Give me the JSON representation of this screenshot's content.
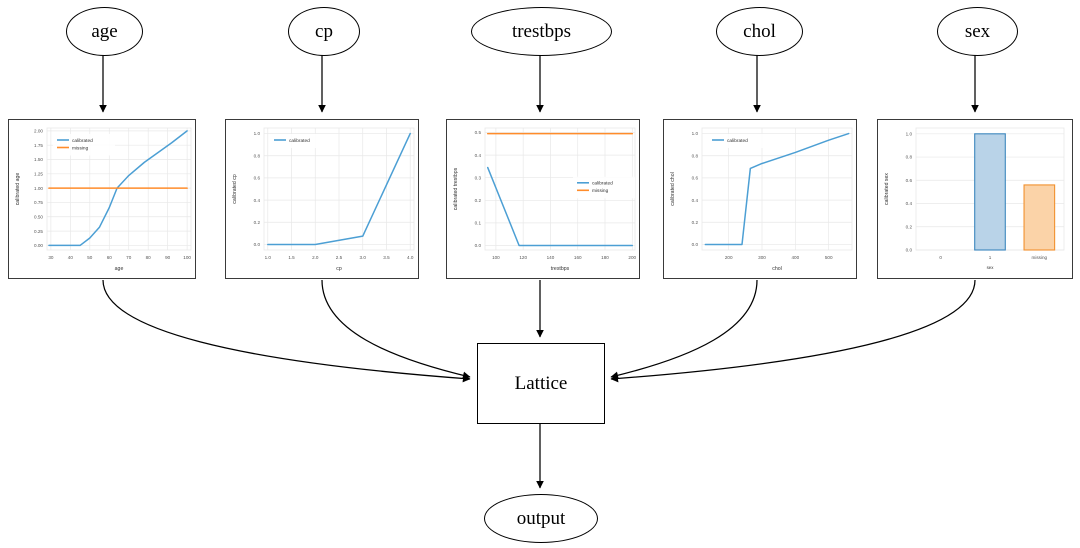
{
  "graph": {
    "input_nodes": [
      {
        "id": "age",
        "label": "age"
      },
      {
        "id": "cp",
        "label": "cp"
      },
      {
        "id": "trestbps",
        "label": "trestbps"
      },
      {
        "id": "chol",
        "label": "chol"
      },
      {
        "id": "sex",
        "label": "sex"
      }
    ],
    "lattice_label": "Lattice",
    "output_label": "output",
    "edge_color": "#000000"
  },
  "colors": {
    "calibrated": "#4c9fd4",
    "missing": "#ff8c2b",
    "bar_blue_fill": "#b9d3e8",
    "bar_blue_edge": "#3b86bd",
    "bar_orange_fill": "#fbd3a8",
    "bar_orange_edge": "#f1912f",
    "grid": "#e8e8e8",
    "axis_text": "#555555",
    "panel_border": "#3a3a3a"
  },
  "chart_data": [
    {
      "id": "age",
      "type": "line",
      "title": "",
      "xlabel": "age",
      "ylabel": "calibrated age",
      "xlim": [
        28,
        102
      ],
      "ylim": [
        -0.08,
        2.05
      ],
      "xticks": [
        30,
        40,
        50,
        60,
        70,
        80,
        90,
        100
      ],
      "yticks": [
        0.0,
        0.25,
        0.5,
        0.75,
        1.0,
        1.25,
        1.5,
        1.75,
        2.0
      ],
      "ytick_labels": [
        "0.00",
        "0.25",
        "0.50",
        "0.75",
        "1.00",
        "1.25",
        "1.50",
        "1.75",
        "2.00"
      ],
      "grid": true,
      "legend_position": "upper-left",
      "series": [
        {
          "name": "calibrated",
          "color": "#4c9fd4",
          "x": [
            29,
            45,
            50,
            55,
            60,
            64,
            70,
            78,
            85,
            92,
            100
          ],
          "values": [
            0.0,
            0.0,
            0.13,
            0.32,
            0.66,
            1.0,
            1.22,
            1.45,
            1.62,
            1.79,
            2.0
          ]
        },
        {
          "name": "missing",
          "color": "#ff8c2b",
          "x": [
            29,
            100
          ],
          "values": [
            1.0,
            1.0
          ]
        }
      ]
    },
    {
      "id": "cp",
      "type": "line",
      "title": "",
      "xlabel": "cp",
      "ylabel": "calibrated cp",
      "xlim": [
        0.92,
        4.08
      ],
      "ylim": [
        -0.05,
        1.05
      ],
      "xticks": [
        1.0,
        1.5,
        2.0,
        2.5,
        3.0,
        3.5,
        4.0
      ],
      "xtick_labels": [
        "1.0",
        "1.5",
        "2.0",
        "2.5",
        "3.0",
        "3.5",
        "4.0"
      ],
      "yticks": [
        0.0,
        0.2,
        0.4,
        0.6,
        0.8,
        1.0
      ],
      "ytick_labels": [
        "0.0",
        "0.2",
        "0.4",
        "0.6",
        "0.8",
        "1.0"
      ],
      "grid": true,
      "legend_position": "upper-left",
      "series": [
        {
          "name": "calibrated",
          "color": "#4c9fd4",
          "x": [
            1.0,
            2.0,
            3.0,
            4.0
          ],
          "values": [
            0.0,
            0.0,
            0.075,
            1.0
          ]
        }
      ]
    },
    {
      "id": "trestbps",
      "type": "line",
      "title": "",
      "xlabel": "trestbps",
      "ylabel": "calibrated trestbps",
      "xlim": [
        92,
        202
      ],
      "ylim": [
        -0.02,
        0.52
      ],
      "xticks": [
        100,
        120,
        140,
        160,
        180,
        200
      ],
      "yticks": [
        0.0,
        0.1,
        0.2,
        0.3,
        0.4,
        0.5
      ],
      "ytick_labels": [
        "0.0",
        "0.1",
        "0.2",
        "0.3",
        "0.4",
        "0.5"
      ],
      "grid": true,
      "legend_position": "center-right",
      "series": [
        {
          "name": "calibrated",
          "color": "#4c9fd4",
          "x": [
            94,
            117,
            140,
            170,
            200
          ],
          "values": [
            0.345,
            0.0,
            0.0,
            0.0,
            0.0
          ]
        },
        {
          "name": "missing",
          "color": "#ff8c2b",
          "x": [
            94,
            200
          ],
          "values": [
            0.495,
            0.495
          ]
        }
      ]
    },
    {
      "id": "chol",
      "type": "line",
      "title": "",
      "xlabel": "chol",
      "ylabel": "calibrated chol",
      "xlim": [
        120,
        570
      ],
      "ylim": [
        -0.05,
        1.05
      ],
      "xticks": [
        200,
        300,
        400,
        500
      ],
      "yticks": [
        0.0,
        0.2,
        0.4,
        0.6,
        0.8,
        1.0
      ],
      "ytick_labels": [
        "0.0",
        "0.2",
        "0.4",
        "0.6",
        "0.8",
        "1.0"
      ],
      "grid": true,
      "legend_position": "upper-left",
      "series": [
        {
          "name": "calibrated",
          "color": "#4c9fd4",
          "x": [
            130,
            240,
            265,
            300,
            400,
            500,
            560
          ],
          "values": [
            0.0,
            0.0,
            0.685,
            0.73,
            0.83,
            0.94,
            1.0
          ]
        }
      ]
    },
    {
      "id": "sex",
      "type": "bar",
      "title": "",
      "xlabel": "sex",
      "ylabel": "calibrated sex",
      "categories": [
        "0",
        "1",
        "missing"
      ],
      "values": [
        0.0,
        1.0,
        0.56
      ],
      "ylim": [
        0.0,
        1.05
      ],
      "yticks": [
        0.0,
        0.2,
        0.4,
        0.6,
        0.8,
        1.0
      ],
      "ytick_labels": [
        "0.0",
        "0.2",
        "0.4",
        "0.6",
        "0.8",
        "1.0"
      ],
      "grid": true,
      "bar_colors": [
        "#b9d3e8",
        "#b9d3e8",
        "#fbd3a8"
      ],
      "bar_edge_colors": [
        "#3b86bd",
        "#3b86bd",
        "#f1912f"
      ]
    }
  ]
}
